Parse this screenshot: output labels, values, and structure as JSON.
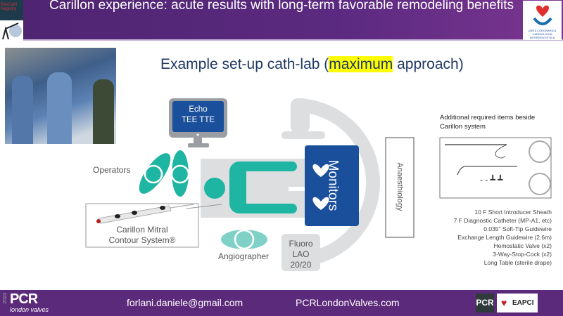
{
  "header": {
    "title": "Carillon experience: acute results with long-term favorable remodeling benefits",
    "left_logo_text": "PesCaM Registry",
    "right_logo_text": "UNITA CORONARICA CARDIOLOGIA INTERVENTISTICA"
  },
  "subtitle": {
    "before": "Example set-up cath-lab (",
    "highlight": "maximum",
    "after": " approach)"
  },
  "diagram": {
    "echo_line1": "Echo",
    "echo_line2": "TEE TTE",
    "monitors": "Monitors",
    "anaesthiology": "Anaesthiology",
    "operators": "Operators",
    "angiographer": "Angiographer",
    "fluoro_line1": "Fluoro",
    "fluoro_line2": "LAO",
    "fluoro_line3": "20/20",
    "device_line1": "Carillon Mitral",
    "device_line2": "Contour System®"
  },
  "items": {
    "heading": "Additional required items beside Carillon system",
    "list": [
      "10 F Short Introducer Sheath",
      "7 F Diagnostic Catheter (MP-A1, etc)",
      "0.035\" Soft-Tip Guidewire",
      "Exchange Length Guidewire (2.6m)",
      "Hemostatic Valve (x2)",
      "3-Way-Stop-Cock (x2)",
      "Long Table (sterile drape)"
    ]
  },
  "footer": {
    "year": "2023",
    "brand": "PCR",
    "brand_sub": "london valves",
    "email": "forlani.daniele@gmail.com",
    "website": "PCRLondonValves.com",
    "pcr_logo": "PCR",
    "eapci_logo": "EAPCI"
  },
  "colors": {
    "purple": "#5b2a7a",
    "teal": "#1fb5a3",
    "navy": "#1a4f9c",
    "gray": "#dcdee0"
  }
}
